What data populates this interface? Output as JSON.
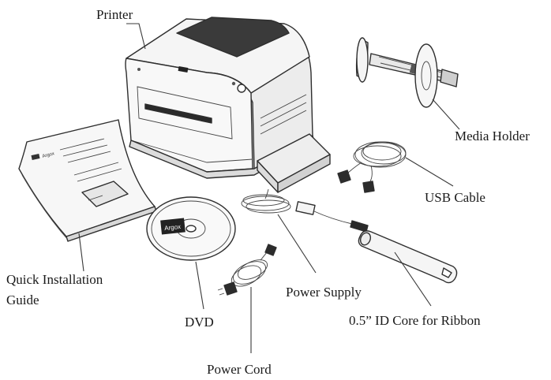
{
  "labels": {
    "printer": "Printer",
    "media_holder": "Media Holder",
    "usb_cable": "USB Cable",
    "quick_guide_line1": "Quick Installation",
    "quick_guide_line2": "Guide",
    "dvd": "DVD",
    "power_supply": "Power Supply",
    "ribbon_core": "0.5” ID Core for Ribbon",
    "power_cord": "Power Cord"
  },
  "logos": {
    "brand": "Argox"
  }
}
